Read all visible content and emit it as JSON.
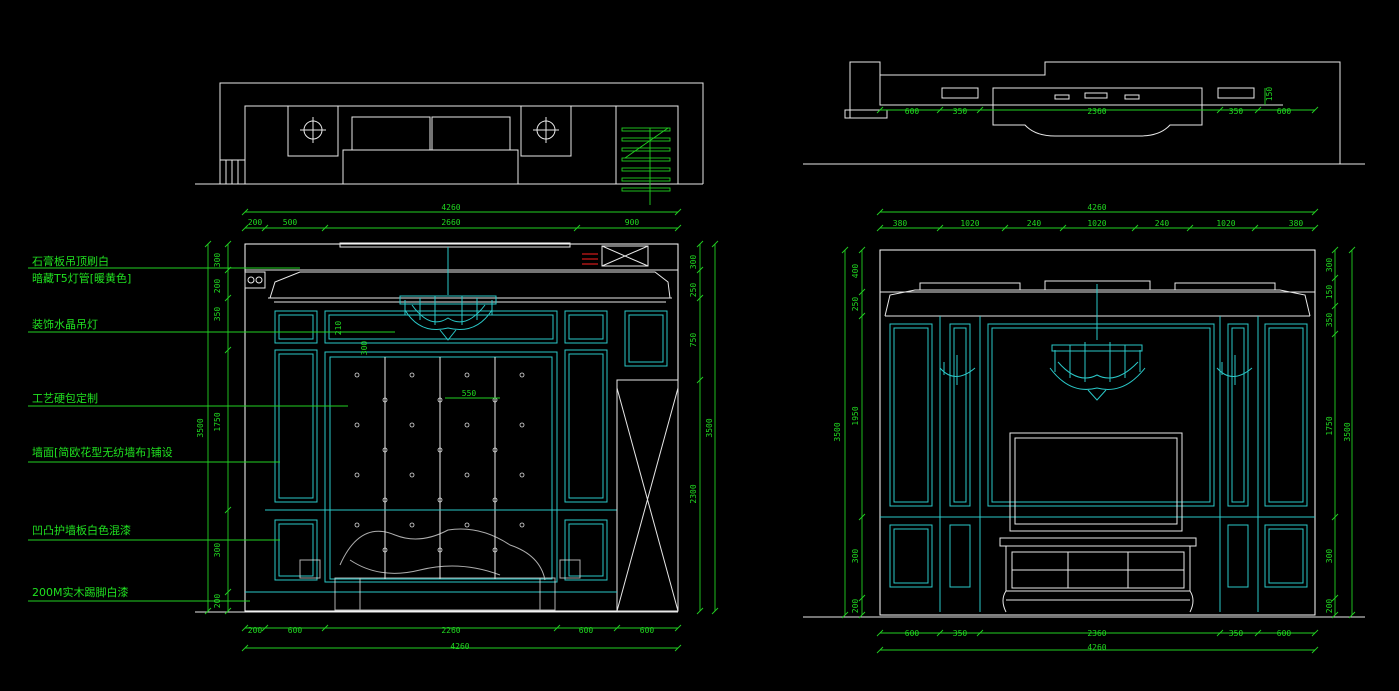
{
  "labels": [
    "石膏板吊顶刷白",
    "暗藏T5灯管[暖黄色]",
    "装饰水晶吊灯",
    "工艺硬包定制",
    "墙面[简欧花型无纺墙布]铺设",
    "凹凸护墙板白色混漆",
    "200M实木踢脚白漆"
  ],
  "left_elevation": {
    "top_total": "4260",
    "top_dims": [
      "200",
      "500",
      "2660",
      "900"
    ],
    "bottom_dims": [
      "200",
      "600",
      "2260",
      "600",
      "600"
    ],
    "bottom_total": "4260",
    "left_vert_dims": [
      "300",
      "200",
      "350",
      "1750",
      "300",
      "200"
    ],
    "left_total": "3500",
    "right_vert_dims": [
      "300",
      "250",
      "750",
      "2300"
    ],
    "right_total": "3500",
    "inner_dims": [
      "210",
      "300",
      "550"
    ]
  },
  "right_elevation": {
    "top_total": "4260",
    "top_dims": [
      "380",
      "1020",
      "240",
      "1020",
      "240",
      "1020",
      "380"
    ],
    "bottom_dims": [
      "600",
      "350",
      "2360",
      "350",
      "600"
    ],
    "bottom_total": "4260",
    "left_vert_dims": [
      "400",
      "250",
      "1950",
      "300",
      "200"
    ],
    "left_total": "3500",
    "right_vert_dims": [
      "300",
      "150",
      "350",
      "1750",
      "300",
      "200"
    ],
    "right_total": "3500"
  },
  "right_plan": {
    "dims": [
      "600",
      "350",
      "2360",
      "350",
      "600"
    ],
    "small_dim": "150"
  }
}
